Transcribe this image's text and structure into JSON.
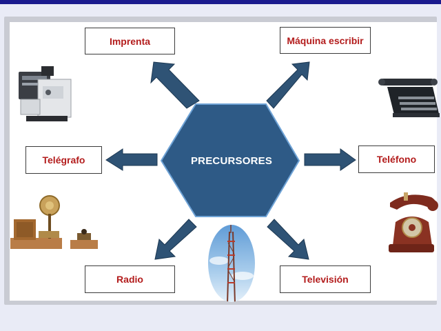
{
  "diagram": {
    "center_label": "PRECURSORES",
    "nodes": {
      "imprenta": "Imprenta",
      "maquina": "Máquina escribir",
      "telegrafo": "Telégrafo",
      "telefono": "Teléfono",
      "radio": "Radio",
      "television": "Televisión"
    },
    "colors": {
      "hexagon": "#2e5a86",
      "arrow": "#2f5375",
      "label_text": "#b31c1c",
      "top_bar": "#1a1a8e"
    },
    "icons": [
      "printing-press-image",
      "typewriter-image",
      "telegraph-image",
      "telephone-image",
      "antenna-tower-image"
    ]
  }
}
